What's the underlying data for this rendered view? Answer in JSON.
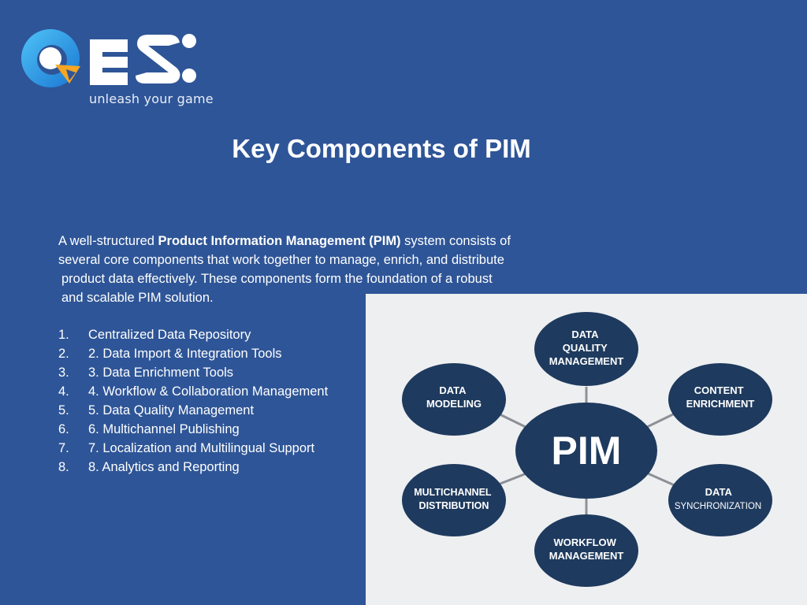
{
  "logo": {
    "tagline": "unleash your game"
  },
  "slide": {
    "title": "Key Components of PIM"
  },
  "intro": {
    "line1_prefix": "A well-structured ",
    "line1_bold": "Product Information Management (PIM)",
    "line1_suffix": " system consists of",
    "line2": "several core components that work together to manage, enrich, and distribute",
    "line3": "product data effectively. These components form the foundation of a robust",
    "line4": "and scalable PIM solution."
  },
  "components": [
    {
      "number": "1.",
      "label": "Centralized Data Repository"
    },
    {
      "number": "2.",
      "label": "2. Data Import & Integration Tools"
    },
    {
      "number": "3.",
      "label": "3. Data Enrichment Tools"
    },
    {
      "number": "4.",
      "label": "4. Workflow & Collaboration Management"
    },
    {
      "number": "5.",
      "label": "5. Data Quality Management"
    },
    {
      "number": "6.",
      "label": "6. Multichannel Publishing"
    },
    {
      "number": "7.",
      "label": "7. Localization and Multilingual Support"
    },
    {
      "number": "8.",
      "label": "8. Analytics and Reporting"
    }
  ],
  "diagram": {
    "center": "PIM",
    "nodes": [
      {
        "lines": [
          "DATA",
          "QUALITY",
          "MANAGEMENT"
        ]
      },
      {
        "lines": [
          "CONTENT",
          "ENRICHMENT"
        ]
      },
      {
        "lines": [
          "DATA",
          "SYNCHRONIZATION"
        ]
      },
      {
        "lines": [
          "WORKFLOW",
          "MANAGEMENT"
        ]
      },
      {
        "lines": [
          "MULTICHANNEL",
          "DISTRIBUTION"
        ]
      },
      {
        "lines": [
          "DATA",
          "MODELING"
        ]
      }
    ],
    "colors": {
      "node": "#1e3a5e",
      "connector": "#8d9096",
      "panel": "#eeeff1"
    }
  }
}
